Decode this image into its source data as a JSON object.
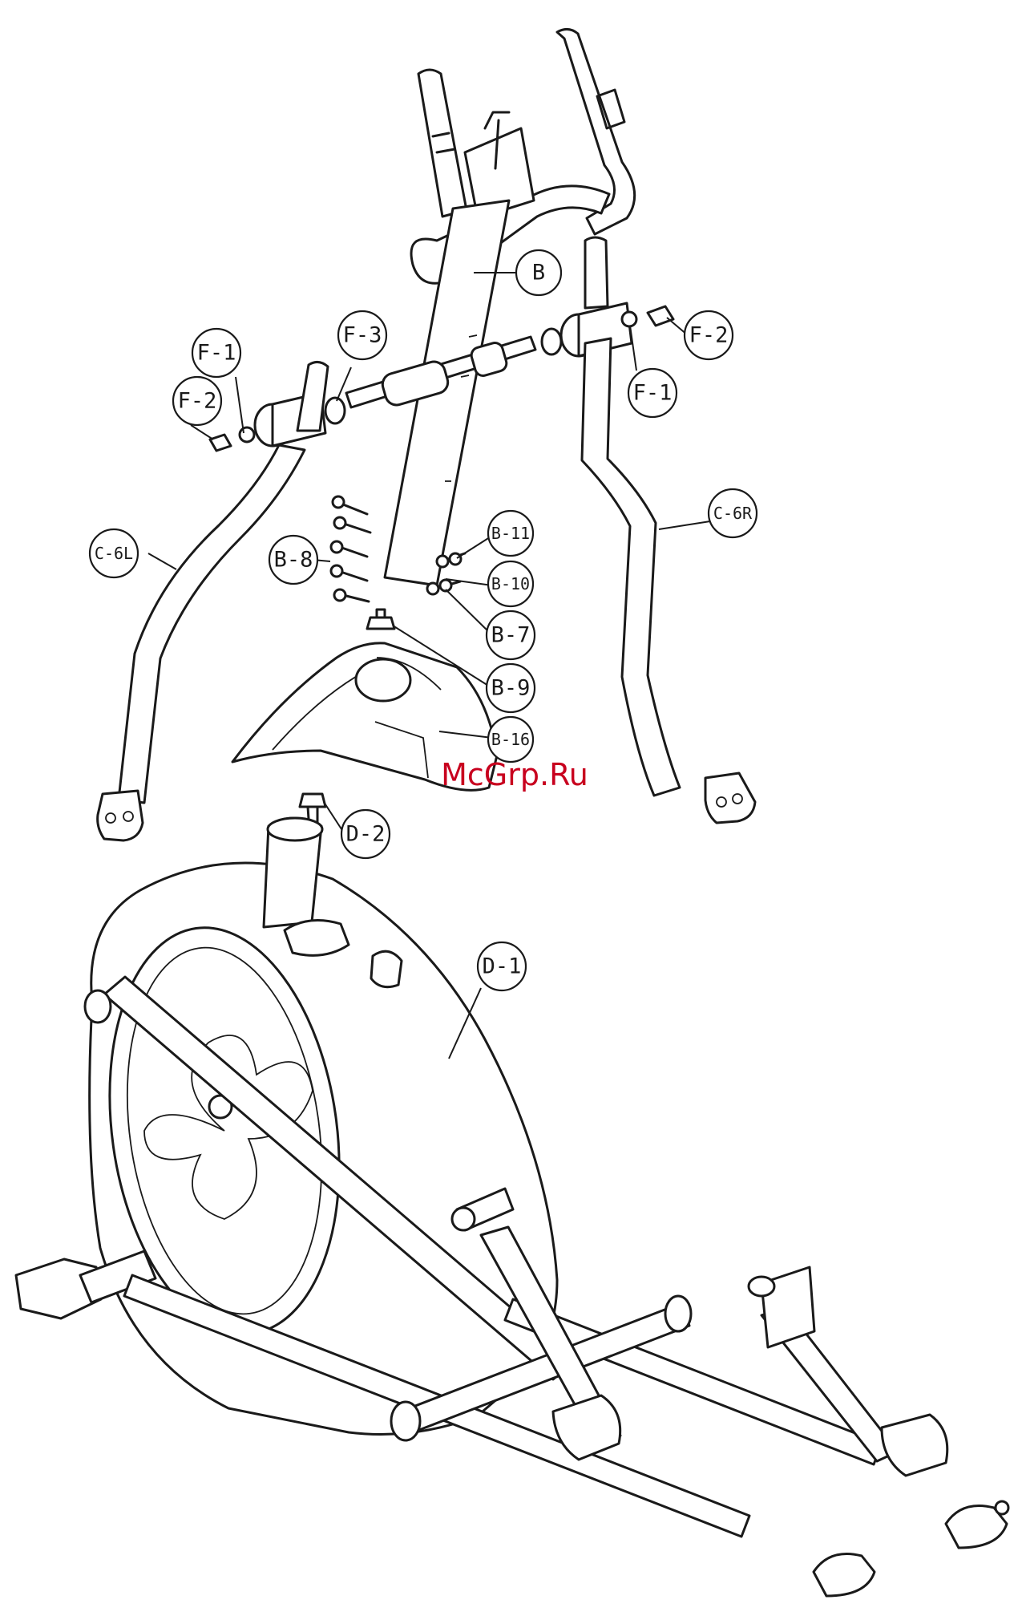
{
  "watermark": "McGrp.Ru",
  "callouts": [
    {
      "id": "B",
      "label": "B"
    },
    {
      "id": "F-1-left",
      "label": "F-1"
    },
    {
      "id": "F-2-left",
      "label": "F-2"
    },
    {
      "id": "F-3",
      "label": "F-3"
    },
    {
      "id": "F-2-right",
      "label": "F-2"
    },
    {
      "id": "F-1-right",
      "label": "F-1"
    },
    {
      "id": "C-6L",
      "label": "C-6L"
    },
    {
      "id": "C-6R",
      "label": "C-6R"
    },
    {
      "id": "B-8",
      "label": "B-8"
    },
    {
      "id": "B-11",
      "label": "B-11"
    },
    {
      "id": "B-10",
      "label": "B-10"
    },
    {
      "id": "B-7",
      "label": "B-7"
    },
    {
      "id": "B-9",
      "label": "B-9"
    },
    {
      "id": "B-16",
      "label": "B-16"
    },
    {
      "id": "D-2",
      "label": "D-2"
    },
    {
      "id": "D-1",
      "label": "D-1"
    }
  ]
}
